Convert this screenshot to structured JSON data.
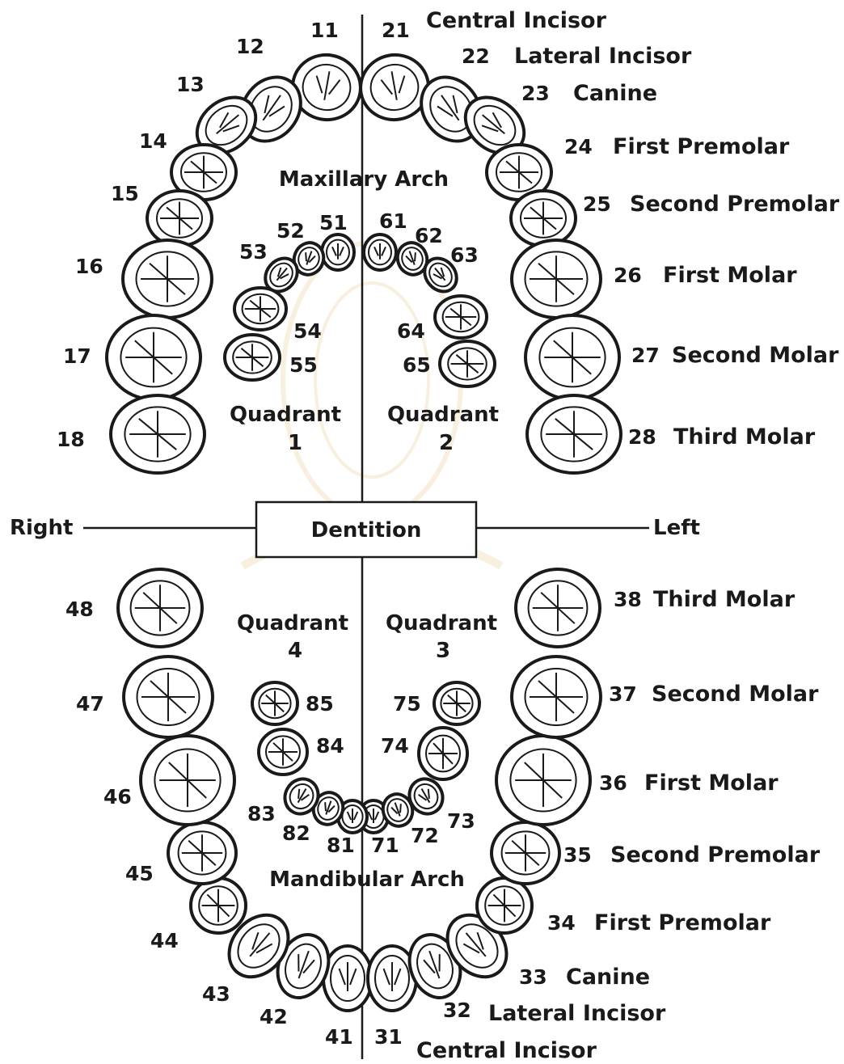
{
  "colors": {
    "ink": "#1a1a1a",
    "background": "#ffffff",
    "watermark": "#f6dede"
  },
  "arch_labels": {
    "maxillary": "Maxillary Arch",
    "mandibular": "Mandibular Arch"
  },
  "dentition": {
    "label": "Dentition",
    "right": "Right",
    "left": "Left"
  },
  "quadrants": [
    {
      "word": "Quadrant",
      "number": "1"
    },
    {
      "word": "Quadrant",
      "number": "2"
    },
    {
      "word": "Quadrant",
      "number": "4"
    },
    {
      "word": "Quadrant",
      "number": "3"
    }
  ],
  "upper_right_numbers": [
    "11",
    "12",
    "13",
    "14",
    "15",
    "16",
    "17",
    "18"
  ],
  "upper_left": [
    {
      "number": "21",
      "name": "Central Incisor"
    },
    {
      "number": "22",
      "name": "Lateral Incisor"
    },
    {
      "number": "23",
      "name": "Canine"
    },
    {
      "number": "24",
      "name": "First Premolar"
    },
    {
      "number": "25",
      "name": "Second Premolar"
    },
    {
      "number": "26",
      "name": "First Molar"
    },
    {
      "number": "27",
      "name": "Second Molar"
    },
    {
      "number": "28",
      "name": "Third Molar"
    }
  ],
  "lower_left": [
    {
      "number": "31",
      "name": "Central Incisor"
    },
    {
      "number": "32",
      "name": "Lateral Incisor"
    },
    {
      "number": "33",
      "name": "Canine"
    },
    {
      "number": "34",
      "name": "First Premolar"
    },
    {
      "number": "35",
      "name": "Second Premolar"
    },
    {
      "number": "36",
      "name": "First Molar"
    },
    {
      "number": "37",
      "name": "Second Molar"
    },
    {
      "number": "38",
      "name": "Third Molar"
    }
  ],
  "lower_right_numbers": [
    "41",
    "42",
    "43",
    "44",
    "45",
    "46",
    "47",
    "48"
  ],
  "primary_upper": [
    "51",
    "52",
    "53",
    "54",
    "55",
    "61",
    "62",
    "63",
    "64",
    "65"
  ],
  "primary_lower": [
    "71",
    "72",
    "73",
    "74",
    "75",
    "81",
    "82",
    "83",
    "84",
    "85"
  ]
}
